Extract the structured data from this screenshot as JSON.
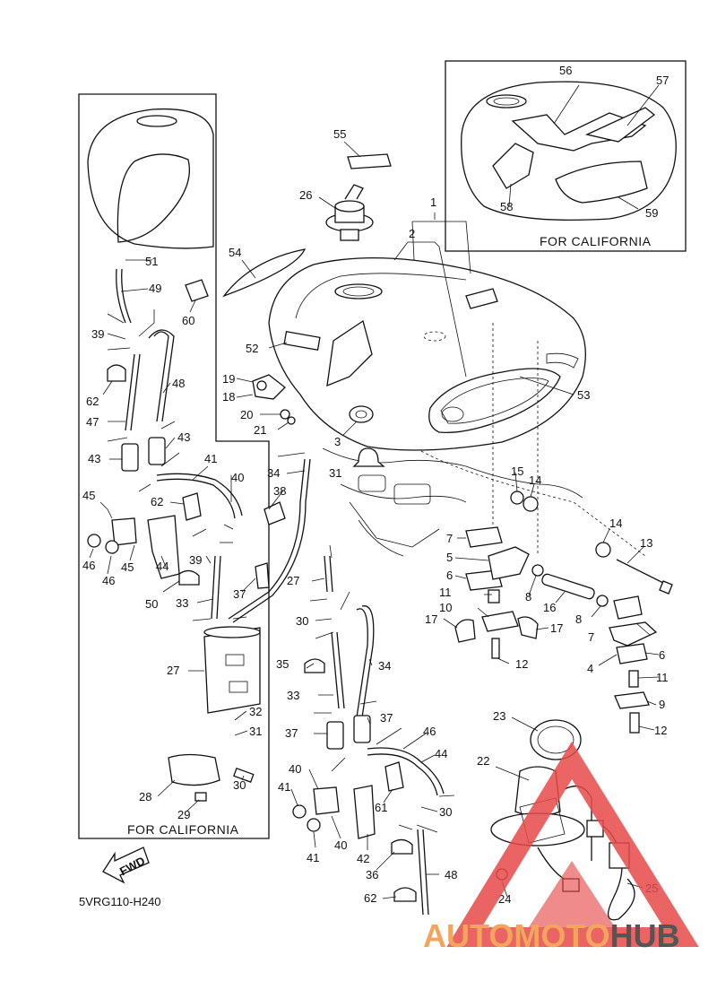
{
  "diagram": {
    "code": "5VRG110-H240",
    "california_box_label": "FOR CALIFORNIA",
    "inset_label": "FOR CALIFORNIA",
    "fwd_label": "FWD"
  },
  "watermark": {
    "part1": "AUTOMOTO",
    "part2": "HUB",
    "color_part1": "#f3a45d",
    "color_part2": "#555555",
    "triangle_color": "#e84a4a"
  },
  "callouts": [
    {
      "id": "c1",
      "text": "1"
    },
    {
      "id": "c2",
      "text": "2"
    },
    {
      "id": "c3",
      "text": "3"
    },
    {
      "id": "c4",
      "text": "4"
    },
    {
      "id": "c5",
      "text": "5"
    },
    {
      "id": "c6a",
      "text": "6"
    },
    {
      "id": "c6b",
      "text": "6"
    },
    {
      "id": "c7a",
      "text": "7"
    },
    {
      "id": "c7b",
      "text": "7"
    },
    {
      "id": "c8a",
      "text": "8"
    },
    {
      "id": "c8b",
      "text": "8"
    },
    {
      "id": "c9",
      "text": "9"
    },
    {
      "id": "c10",
      "text": "10"
    },
    {
      "id": "c11a",
      "text": "11"
    },
    {
      "id": "c11b",
      "text": "11"
    },
    {
      "id": "c12a",
      "text": "12"
    },
    {
      "id": "c12b",
      "text": "12"
    },
    {
      "id": "c13",
      "text": "13"
    },
    {
      "id": "c14a",
      "text": "14"
    },
    {
      "id": "c14b",
      "text": "14"
    },
    {
      "id": "c15",
      "text": "15"
    },
    {
      "id": "c16",
      "text": "16"
    },
    {
      "id": "c17a",
      "text": "17"
    },
    {
      "id": "c17b",
      "text": "17"
    },
    {
      "id": "c18",
      "text": "18"
    },
    {
      "id": "c19",
      "text": "19"
    },
    {
      "id": "c20",
      "text": "20"
    },
    {
      "id": "c21",
      "text": "21"
    },
    {
      "id": "c22",
      "text": "22"
    },
    {
      "id": "c23",
      "text": "23"
    },
    {
      "id": "c24",
      "text": "24"
    },
    {
      "id": "c25",
      "text": "25"
    },
    {
      "id": "c26",
      "text": "26"
    },
    {
      "id": "c27a",
      "text": "27"
    },
    {
      "id": "c27b",
      "text": "27"
    },
    {
      "id": "c28",
      "text": "28"
    },
    {
      "id": "c29",
      "text": "29"
    },
    {
      "id": "c30a",
      "text": "30"
    },
    {
      "id": "c30b",
      "text": "30"
    },
    {
      "id": "c30c",
      "text": "30"
    },
    {
      "id": "c31a",
      "text": "31"
    },
    {
      "id": "c31b",
      "text": "31"
    },
    {
      "id": "c32",
      "text": "32"
    },
    {
      "id": "c33a",
      "text": "33"
    },
    {
      "id": "c33b",
      "text": "33"
    },
    {
      "id": "c34a",
      "text": "34"
    },
    {
      "id": "c34b",
      "text": "34"
    },
    {
      "id": "c35",
      "text": "35"
    },
    {
      "id": "c36",
      "text": "36"
    },
    {
      "id": "c37a",
      "text": "37"
    },
    {
      "id": "c37b",
      "text": "37"
    },
    {
      "id": "c37c",
      "text": "37"
    },
    {
      "id": "c38",
      "text": "38"
    },
    {
      "id": "c39a",
      "text": "39"
    },
    {
      "id": "c39b",
      "text": "39"
    },
    {
      "id": "c40a",
      "text": "40"
    },
    {
      "id": "c40b",
      "text": "40"
    },
    {
      "id": "c40c",
      "text": "40"
    },
    {
      "id": "c41a",
      "text": "41"
    },
    {
      "id": "c41b",
      "text": "41"
    },
    {
      "id": "c41c",
      "text": "41"
    },
    {
      "id": "c42",
      "text": "42"
    },
    {
      "id": "c43a",
      "text": "43"
    },
    {
      "id": "c43b",
      "text": "43"
    },
    {
      "id": "c44a",
      "text": "44"
    },
    {
      "id": "c44b",
      "text": "44"
    },
    {
      "id": "c45a",
      "text": "45"
    },
    {
      "id": "c45b",
      "text": "45"
    },
    {
      "id": "c46a",
      "text": "46"
    },
    {
      "id": "c46b",
      "text": "46"
    },
    {
      "id": "c46c",
      "text": "46"
    },
    {
      "id": "c47",
      "text": "47"
    },
    {
      "id": "c48a",
      "text": "48"
    },
    {
      "id": "c48b",
      "text": "48"
    },
    {
      "id": "c49",
      "text": "49"
    },
    {
      "id": "c50",
      "text": "50"
    },
    {
      "id": "c51",
      "text": "51"
    },
    {
      "id": "c52",
      "text": "52"
    },
    {
      "id": "c53",
      "text": "53"
    },
    {
      "id": "c54",
      "text": "54"
    },
    {
      "id": "c55",
      "text": "55"
    },
    {
      "id": "c56",
      "text": "56"
    },
    {
      "id": "c57",
      "text": "57"
    },
    {
      "id": "c58",
      "text": "58"
    },
    {
      "id": "c59",
      "text": "59"
    },
    {
      "id": "c60",
      "text": "60"
    },
    {
      "id": "c61",
      "text": "61"
    },
    {
      "id": "c62a",
      "text": "62"
    },
    {
      "id": "c62b",
      "text": "62"
    },
    {
      "id": "c62c",
      "text": "62"
    }
  ]
}
